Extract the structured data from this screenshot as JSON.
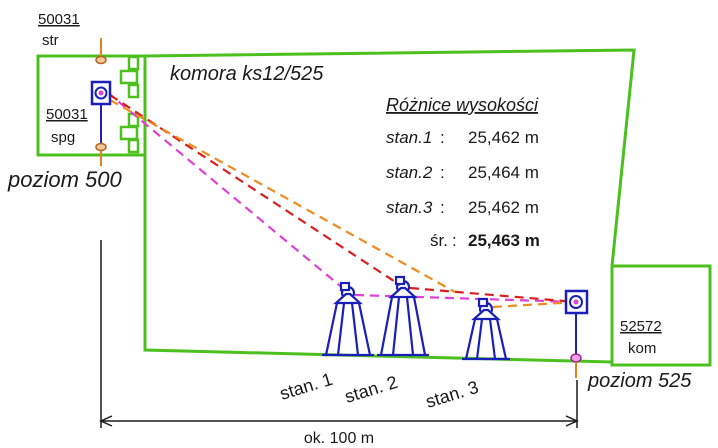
{
  "chamber": {
    "title": "komora ks12/525"
  },
  "benchmarks": {
    "top": {
      "number": "50031",
      "code": "str"
    },
    "spg": {
      "number": "50031",
      "code": "spg"
    },
    "kom": {
      "number": "52572",
      "code": "kom"
    }
  },
  "levels": {
    "left": "poziom 500",
    "right": "poziom 525"
  },
  "results": {
    "heading": "Różnice wysokości",
    "rows": [
      {
        "label": "stan.1",
        "sep": ":",
        "value": "25,462 m"
      },
      {
        "label": "stan.2",
        "sep": ":",
        "value": "25,464 m"
      },
      {
        "label": "stan.3",
        "sep": ":",
        "value": "25,462 m"
      }
    ],
    "mean": {
      "label": "śr.",
      "sep": ":",
      "value": "25,463 m"
    }
  },
  "stations": [
    "stan. 1",
    "stan. 2",
    "stan. 3"
  ],
  "distance": "ok. 100 m",
  "colors": {
    "walls": "#4cc01e",
    "instrument": "#1a1fb8",
    "line_station1": "#e040d8",
    "line_station2": "#d81e1e",
    "line_station3": "#f08a1e",
    "marker": "#e8801e"
  }
}
